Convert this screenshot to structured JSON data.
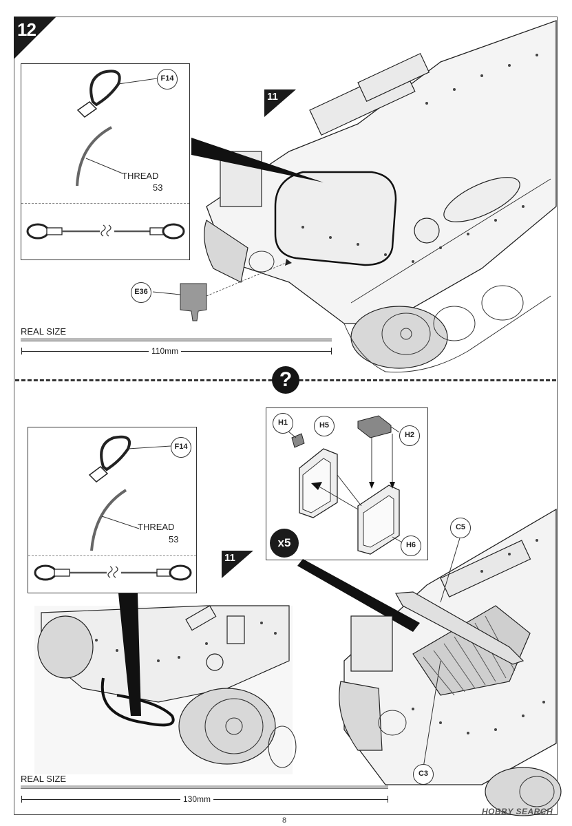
{
  "step": {
    "number": "12"
  },
  "top_section": {
    "callouts": {
      "wire_end": "F14",
      "plate": "E36"
    },
    "thread_label": "THREAD",
    "thread_number": "53",
    "reference_step": "11",
    "real_size_label": "REAL SIZE",
    "dimension": "110mm"
  },
  "divider": {
    "symbol": "?"
  },
  "bottom_section": {
    "callouts": {
      "wire_end": "F14",
      "h1": "H1",
      "h5": "H5",
      "h2": "H2",
      "h6": "H6",
      "c5": "C5",
      "c3": "C3"
    },
    "thread_label": "THREAD",
    "thread_number": "53",
    "reference_step": "11",
    "quantity": "x5",
    "real_size_label": "REAL SIZE",
    "dimension": "130mm"
  },
  "footer": {
    "page_number": "8",
    "watermark": "HOBBY SEARCH"
  }
}
